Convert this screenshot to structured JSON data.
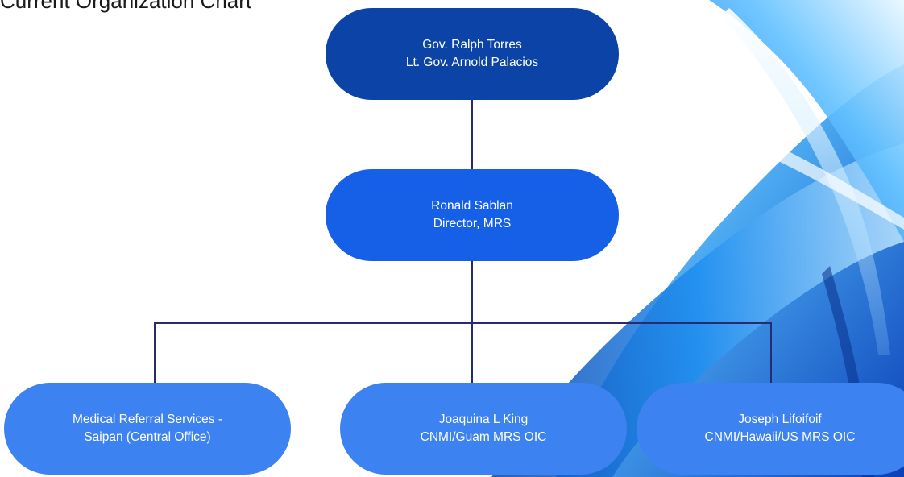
{
  "caption": "Current Organization Chart",
  "org_chart": {
    "top": {
      "line1": "Gov. Ralph Torres",
      "line2": "Lt. Gov. Arnold Palacios"
    },
    "director": {
      "line1": "Ronald Sablan",
      "line2": "Director, MRS"
    },
    "children": [
      {
        "line1": "Medical Referral Services -",
        "line2": "Saipan (Central Office)"
      },
      {
        "line1": "Joaquina L King",
        "line2": "CNMI/Guam MRS OIC"
      },
      {
        "line1": "Joseph Lifoifoif",
        "line2": "CNMI/Hawaii/US MRS OIC"
      }
    ]
  },
  "colors": {
    "top_node": "#0b44a6",
    "director_node": "#1560e6",
    "child_node": "#3c82f0",
    "connector": "#2c2a6e"
  }
}
